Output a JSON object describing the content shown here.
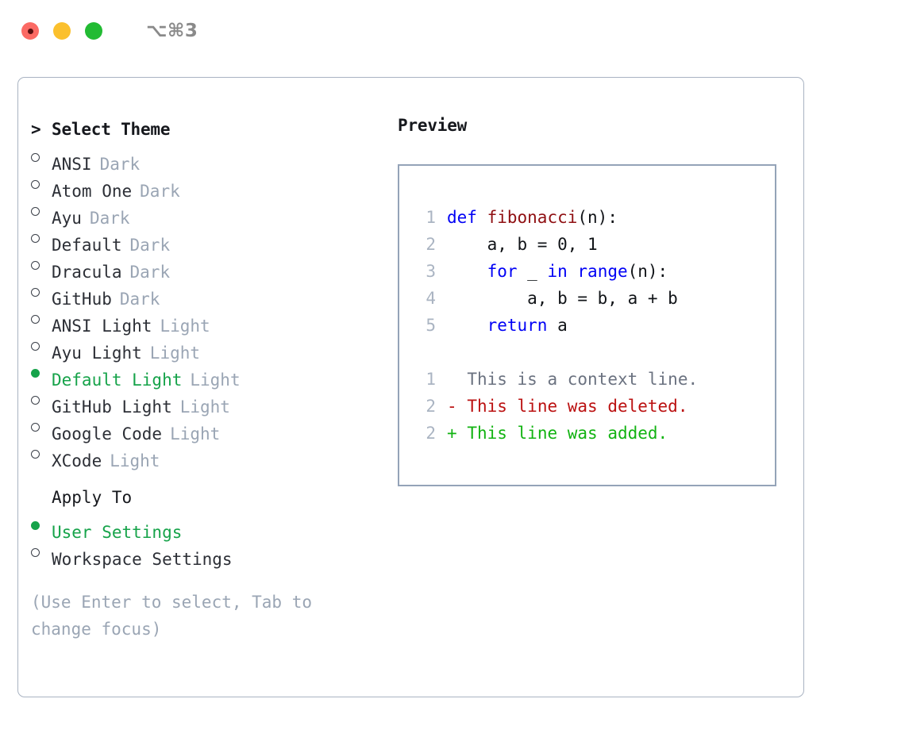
{
  "window": {
    "shortcut": "⌥⌘3",
    "traffic_lights": [
      "close",
      "minimize",
      "maximize"
    ],
    "colors": {
      "close": "#fb6a64",
      "minimize": "#fbc02d",
      "maximize": "#22bb33",
      "accent_green": "#16a34a",
      "muted": "#9aa5b4",
      "border": "#a9b3c2",
      "preview_border": "#94a3b8"
    }
  },
  "theme_picker": {
    "header_caret": ">",
    "header_label": "Select Theme",
    "marker_unselected": "○",
    "marker_selected": "●",
    "items": [
      {
        "name": "ANSI",
        "category": "Dark",
        "selected": false
      },
      {
        "name": "Atom One",
        "category": "Dark",
        "selected": false
      },
      {
        "name": "Ayu",
        "category": "Dark",
        "selected": false
      },
      {
        "name": "Default",
        "category": "Dark",
        "selected": false
      },
      {
        "name": "Dracula",
        "category": "Dark",
        "selected": false
      },
      {
        "name": "GitHub",
        "category": "Dark",
        "selected": false
      },
      {
        "name": "ANSI Light",
        "category": "Light",
        "selected": false
      },
      {
        "name": "Ayu Light",
        "category": "Light",
        "selected": false
      },
      {
        "name": "Default Light",
        "category": "Light",
        "selected": true
      },
      {
        "name": "GitHub Light",
        "category": "Light",
        "selected": false
      },
      {
        "name": "Google Code",
        "category": "Light",
        "selected": false
      },
      {
        "name": "XCode",
        "category": "Light",
        "selected": false
      }
    ]
  },
  "apply_to": {
    "title": "Apply To",
    "options": [
      {
        "name": "User Settings",
        "selected": true
      },
      {
        "name": "Workspace Settings",
        "selected": false
      }
    ]
  },
  "hint": "(Use Enter to select, Tab to change focus)",
  "preview": {
    "title": "Preview",
    "code_lines": [
      {
        "no": "1",
        "tokens": [
          {
            "t": "def",
            "c": "kw"
          },
          {
            "t": " ",
            "c": "plain"
          },
          {
            "t": "fibonacci",
            "c": "fn"
          },
          {
            "t": "(n):",
            "c": "plain"
          }
        ]
      },
      {
        "no": "2",
        "tokens": [
          {
            "t": "    a, b = 0, 1",
            "c": "plain"
          }
        ]
      },
      {
        "no": "3",
        "tokens": [
          {
            "t": "    ",
            "c": "plain"
          },
          {
            "t": "for",
            "c": "kw"
          },
          {
            "t": " _ ",
            "c": "plain"
          },
          {
            "t": "in",
            "c": "kw"
          },
          {
            "t": " ",
            "c": "plain"
          },
          {
            "t": "range",
            "c": "kw"
          },
          {
            "t": "(n):",
            "c": "plain"
          }
        ]
      },
      {
        "no": "4",
        "tokens": [
          {
            "t": "        a, b = b, a + b",
            "c": "plain"
          }
        ]
      },
      {
        "no": "5",
        "tokens": [
          {
            "t": "    ",
            "c": "plain"
          },
          {
            "t": "return",
            "c": "kw"
          },
          {
            "t": " a",
            "c": "plain"
          }
        ]
      }
    ],
    "diff_lines": [
      {
        "no": "1",
        "sign": " ",
        "text": "This is a context line.",
        "kind": "context"
      },
      {
        "no": "2",
        "sign": "-",
        "text": "This line was deleted.",
        "kind": "del"
      },
      {
        "no": "2",
        "sign": "+",
        "text": "This line was added.",
        "kind": "add"
      }
    ]
  }
}
